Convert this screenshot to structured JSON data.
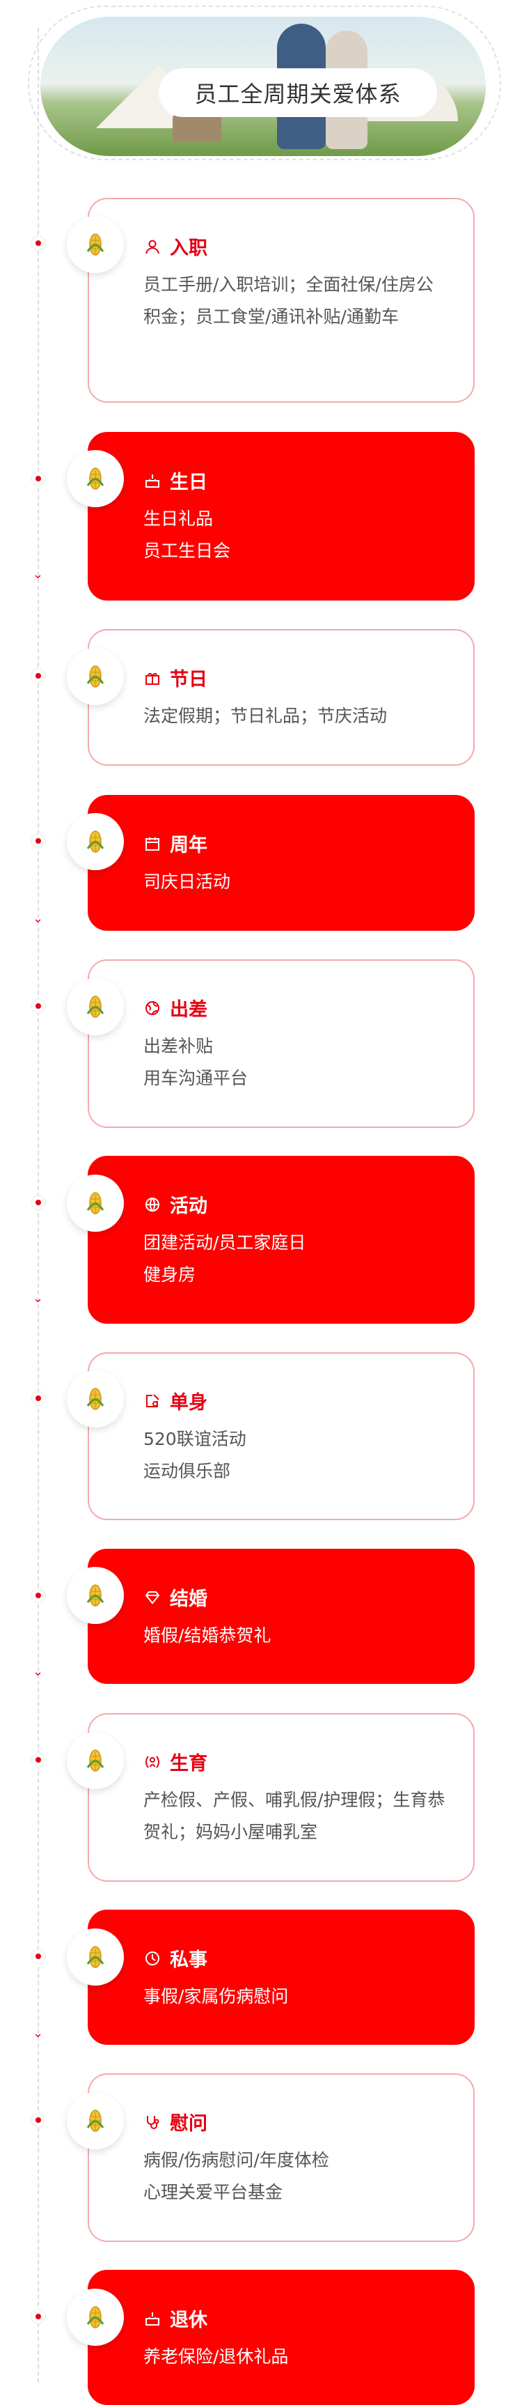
{
  "hero": {
    "title": "员工全周期关爱体系"
  },
  "items": [
    {
      "icon": "person-icon",
      "title": "入职",
      "desc": "员工手册/入职培训；全面社保/住房公积金；员工食堂/通讯补贴/通勤车"
    },
    {
      "icon": "cake-icon",
      "title": "生日",
      "desc": "生日礼品\n员工生日会"
    },
    {
      "icon": "gift-icon",
      "title": "节日",
      "desc": "法定假期；节日礼品；节庆活动"
    },
    {
      "icon": "calendar-icon",
      "title": "周年",
      "desc": "司庆日活动"
    },
    {
      "icon": "globe-icon",
      "title": "出差",
      "desc": "出差补贴\n用车沟通平台"
    },
    {
      "icon": "ball-icon",
      "title": "活动",
      "desc": "团建活动/员工家庭日\n健身房"
    },
    {
      "icon": "edit-icon",
      "title": "单身",
      "desc": "520联谊活动\n运动俱乐部"
    },
    {
      "icon": "diamond-icon",
      "title": "结婚",
      "desc": "婚假/结婚恭贺礼"
    },
    {
      "icon": "baby-icon",
      "title": "生育",
      "desc": "产检假、产假、哺乳假/护理假；生育恭贺礼；妈妈小屋哺乳室"
    },
    {
      "icon": "clock-icon",
      "title": "私事",
      "desc": "事假/家属伤病慰问"
    },
    {
      "icon": "stethoscope-icon",
      "title": "慰问",
      "desc": "病假/伤病慰问/年度体检\n心理关爱平台基金"
    },
    {
      "icon": "cake-icon",
      "title": "退休",
      "desc": "养老保险/退休礼品"
    }
  ],
  "colors": {
    "accent": "#e60012",
    "card_red": "#ff0000",
    "card_border": "#f4a9ad"
  }
}
